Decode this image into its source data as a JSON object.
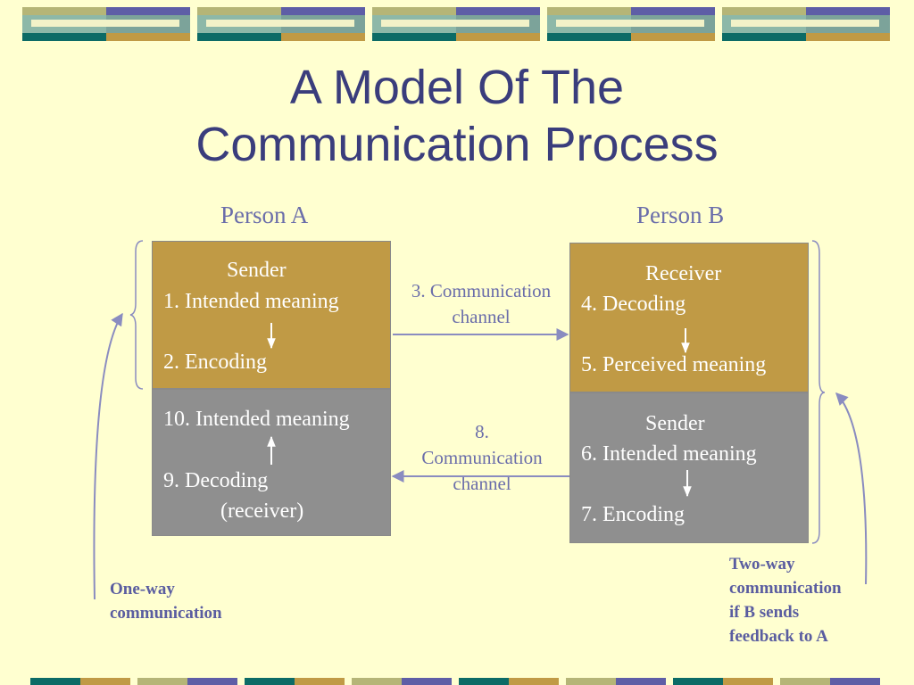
{
  "title": {
    "line1": "A Model Of The",
    "line2": "Communication Process"
  },
  "person_a": "Person A",
  "person_b": "Person B",
  "a_top": {
    "heading": "Sender",
    "step1": "1. Intended meaning",
    "step2": "2. Encoding"
  },
  "a_bottom": {
    "step10": "10. Intended meaning",
    "step9": "9. Decoding",
    "step9_note": "(receiver)"
  },
  "b_top": {
    "heading": "Receiver",
    "step4": "4. Decoding",
    "step5": "5. Perceived meaning"
  },
  "b_bottom": {
    "heading": "Sender",
    "step6": "6. Intended meaning",
    "step7": "7. Encoding"
  },
  "channel_forward": {
    "line1": "3. Communication",
    "line2": "channel"
  },
  "channel_back": {
    "line1": "8.",
    "line2": "Communication",
    "line3": "channel"
  },
  "note_one_way": {
    "line1": "One-way",
    "line2": "communication"
  },
  "note_two_way": {
    "line1": "Two-way",
    "line2": "communication",
    "line3": "if B sends",
    "line4": "feedback to A"
  },
  "colors": {
    "background": "#FFFFD0",
    "title": "#3A3D7C",
    "box_gold": "#C09A45",
    "box_grey": "#8F8F8F",
    "label": "#6A6DAA",
    "arrow": "#8A8CC0"
  }
}
